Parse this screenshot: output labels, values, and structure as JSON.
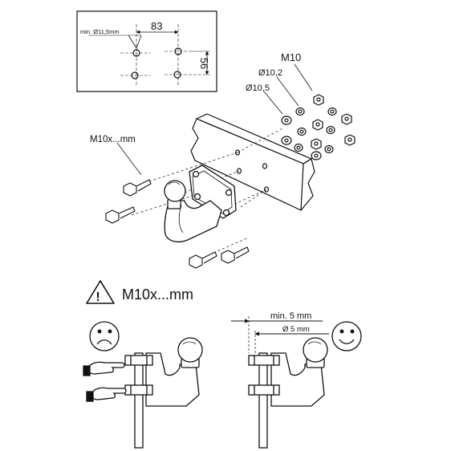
{
  "hole_pattern": {
    "min_hole_label": "min. Ø11,5mm",
    "horizontal_spacing": "83",
    "vertical_spacing": "56"
  },
  "hardware": {
    "nut_label": "M10",
    "washer_small_label": "Ø10,2",
    "washer_large_label": "Ø10,5",
    "bolt_label": "M10x...mm"
  },
  "warning": {
    "bolt_length_label": "M10x...mm"
  },
  "wrong_example": {
    "face": "sad"
  },
  "correct_example": {
    "face": "happy",
    "min_protrusion_label": "min. 5 mm",
    "diameter_label": "Ø 5 mm"
  }
}
